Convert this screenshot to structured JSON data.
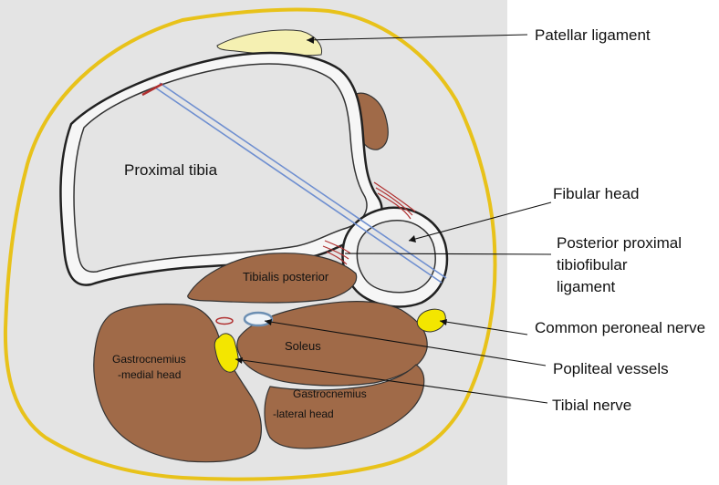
{
  "labels": {
    "patellar_ligament": "Patellar ligament",
    "fibular_head": "Fibular head",
    "posterior_ligament_line1": "Posterior proximal",
    "posterior_ligament_line2": "tibiofibular",
    "posterior_ligament_line3": "ligament",
    "common_peroneal_nerve": "Common peroneal nerve",
    "popliteal_vessels": "Popliteal vessels",
    "tibial_nerve": "Tibial nerve",
    "proximal_tibia": "Proximal tibia",
    "tibialis_posterior": "Tibialis posterior",
    "soleus": "Soleus",
    "gastroc_medial_line1": "Gastrocnemius",
    "gastroc_medial_line2": "-medial head",
    "gastroc_lateral_line1": "Gastrocnemius",
    "gastroc_lateral_line2": "-lateral head"
  },
  "colors": {
    "paper": "#e4e4e4",
    "skin_outline": "#e8c21a",
    "bone_cortex": "#f6f6f6",
    "bone_outline": "#222222",
    "muscle": "#a06a48",
    "nerve": "#f3e600",
    "ligament": "#f5f0b2",
    "vessel": "#6c8fb3",
    "blue_line": "#6f8fd0",
    "red_ligament": "#b03030"
  }
}
